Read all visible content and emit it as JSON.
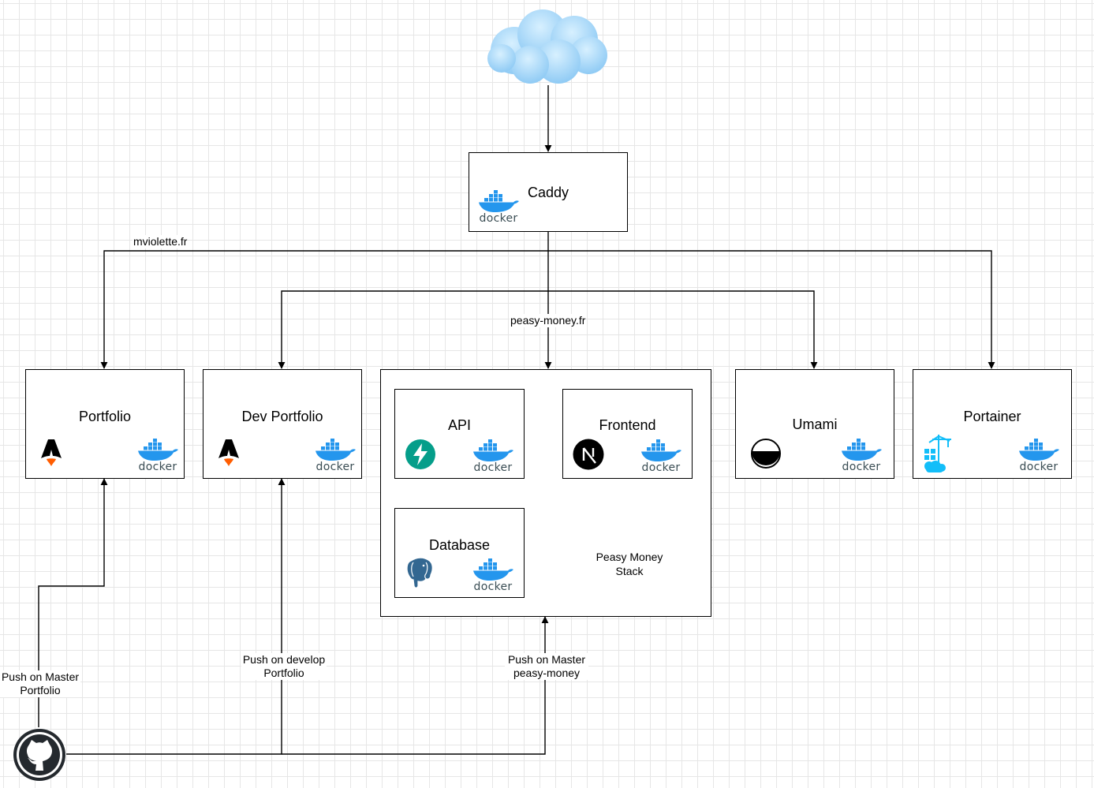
{
  "nodes": {
    "caddy": "Caddy",
    "portfolio": "Portfolio",
    "dev_portfolio": "Dev Portfolio",
    "api": "API",
    "frontend": "Frontend",
    "database": "Database",
    "umami": "Umami",
    "portainer": "Portainer"
  },
  "stack_label": "Peasy Money\nStack",
  "edge_labels": {
    "mviolette": "mviolette.fr",
    "peasy_money": "peasy-money.fr",
    "push_master_portfolio": "Push on Master\nPortfolio",
    "push_develop_portfolio": "Push on develop\nPortfolio",
    "push_master_peasy": "Push on Master\npeasy-money"
  },
  "docker_wordmark": "docker",
  "icons": {
    "internet": "cloud-icon",
    "containers": "docker-icon",
    "astro": "astro-logo-icon",
    "fastapi": "fastapi-logo-icon",
    "nextjs": "nextjs-logo-icon",
    "postgres": "postgresql-elephant-icon",
    "umami": "umami-logo-icon",
    "portainer": "portainer-logo-icon",
    "github": "github-octocat-icon"
  },
  "colors": {
    "docker_blue": "#2496ed",
    "docker_text": "#3a4d54",
    "cloud": "#8fd0f8",
    "fastapi": "#059e8a",
    "astro_orange": "#ff5d01",
    "postgres": "#336791",
    "portainer": "#13bef9",
    "edge": "#000000"
  }
}
